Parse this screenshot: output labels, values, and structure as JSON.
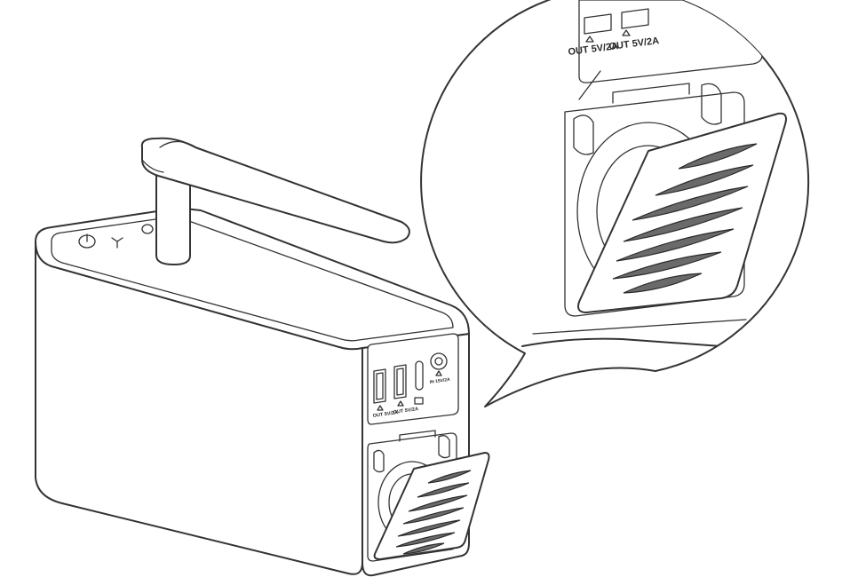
{
  "device_labels": {
    "usb_a_1": "OUT 5V/2A",
    "usb_a_2": "OUT 5V/2A",
    "dc_in": "IN 15V/2A"
  },
  "callout_labels": {
    "usb_a_1": "OUT 5V/2A",
    "usb_a_2": "OUT 5V/2A"
  },
  "icons": [
    "power-icon",
    "bluetooth-icon",
    "mode-icon",
    "warning-triangle-icon"
  ],
  "colors": {
    "line": "#333333",
    "grille": "#6a6a6a",
    "background": "#ffffff"
  }
}
